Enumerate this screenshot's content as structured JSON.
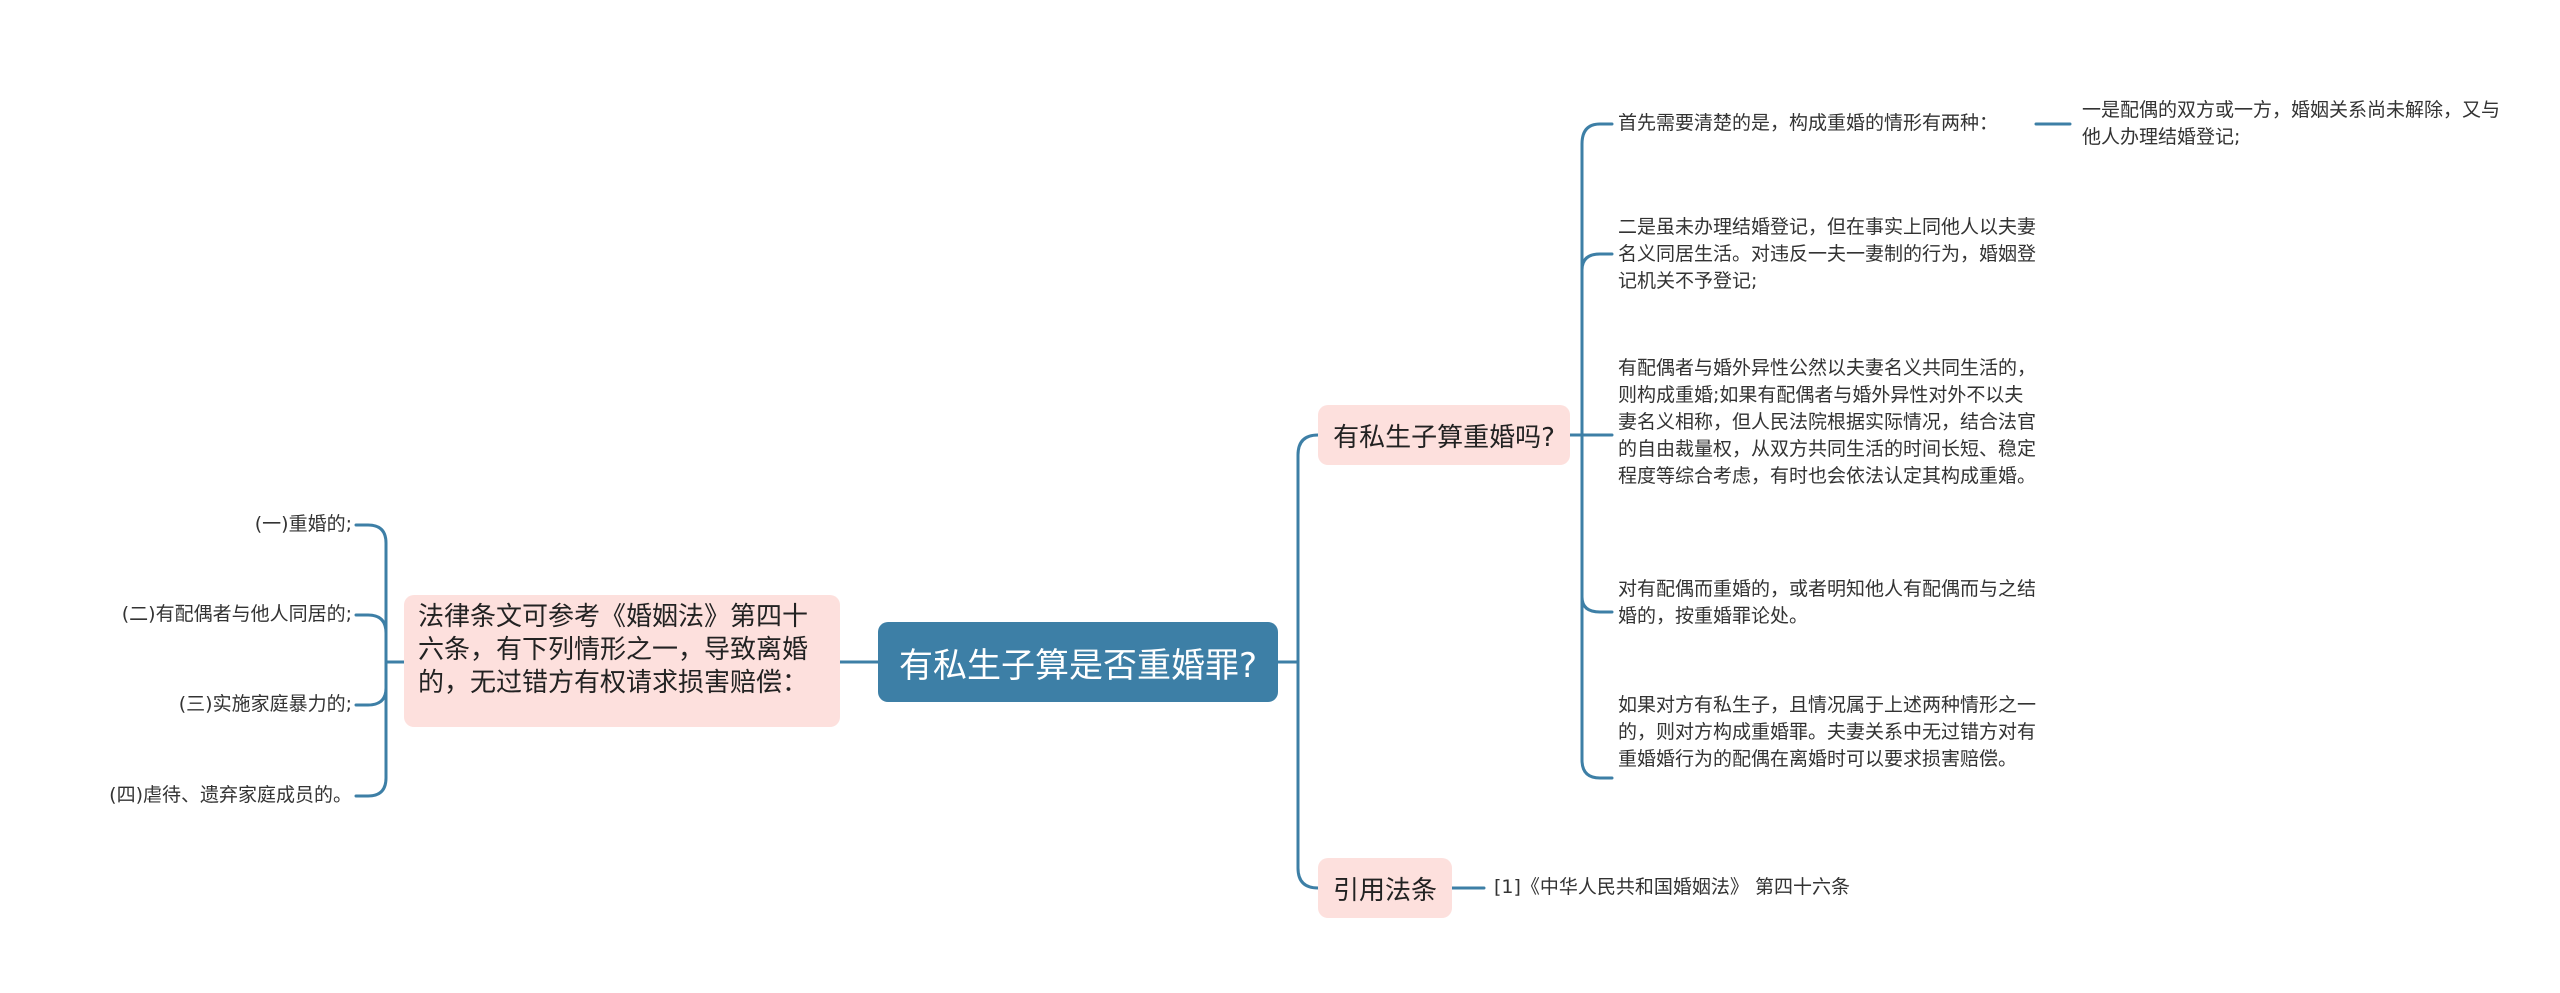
{
  "root": {
    "label": "有私生子算是否重婚罪?"
  },
  "branches": {
    "question": {
      "label": "有私生子算重婚吗?"
    },
    "law_ref": {
      "label": "引用法条"
    },
    "law_article": {
      "label": "法律条文可参考《婚姻法》第四十六条，有下列情形之一，导致离婚的，无过错方有权请求损害赔偿："
    }
  },
  "question_children": [
    {
      "text": "首先需要清楚的是，构成重婚的情形有两种："
    },
    {
      "text": "二是虽未办理结婚登记，但在事实上同他人以夫妻名义同居生活。对违反一夫一妻制的行为，婚姻登记机关不予登记;"
    },
    {
      "text": "有配偶者与婚外异性公然以夫妻名义共同生活的，则构成重婚;如果有配偶者与婚外异性对外不以夫妻名义相称，但人民法院根据实际情况，结合法官的自由裁量权，从双方共同生活的时间长短、稳定程度等综合考虑，有时也会依法认定其构成重婚。"
    },
    {
      "text": "对有配偶而重婚的，或者明知他人有配偶而与之结婚的，按重婚罪论处。"
    },
    {
      "text": "如果对方有私生子，且情况属于上述两种情形之一的，则对方构成重婚罪。夫妻关系中无过错方对有重婚婚行为的配偶在离婚时可以要求损害赔偿。"
    }
  ],
  "first_situation": {
    "text": "一是配偶的双方或一方，婚姻关系尚未解除，又与他人办理结婚登记;"
  },
  "law_ref_child": {
    "text": "[1]《中华人民共和国婚姻法》 第四十六条"
  },
  "article_items": [
    {
      "text": "(一)重婚的;"
    },
    {
      "text": "(二)有配偶者与他人同居的;"
    },
    {
      "text": "(三)实施家庭暴力的;"
    },
    {
      "text": "(四)虐待、遗弃家庭成员的。"
    }
  ],
  "colors": {
    "root": "#3d7fa6",
    "branch_fill": "#fde0dd",
    "connector": "#3d7fa6"
  }
}
